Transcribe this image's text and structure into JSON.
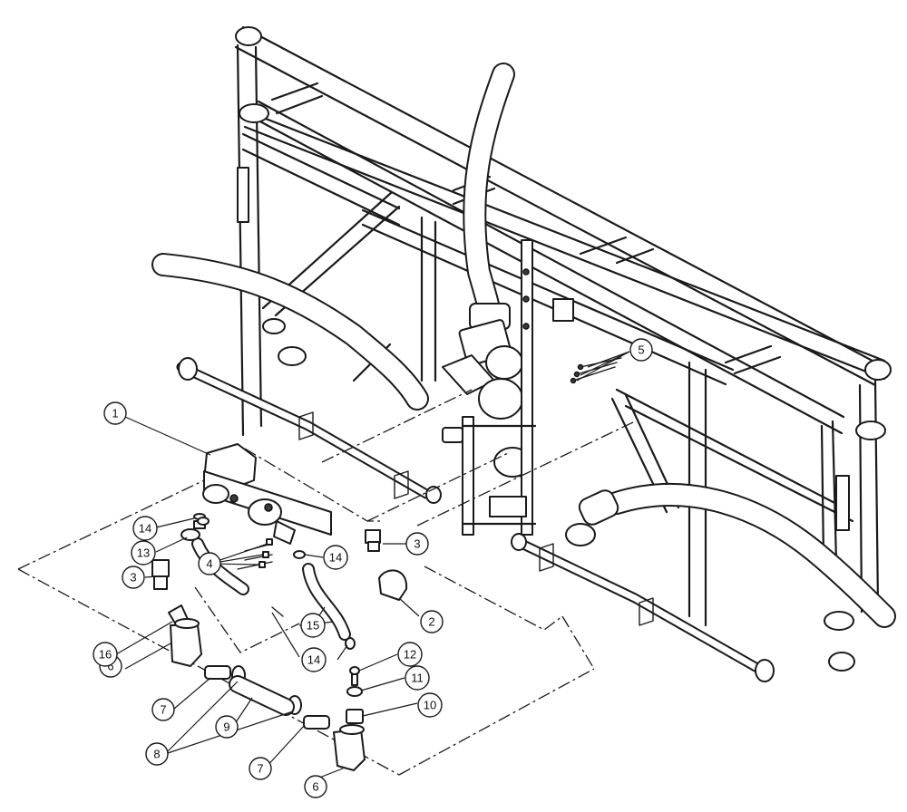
{
  "callouts": [
    {
      "id": "c1",
      "label": "1"
    },
    {
      "id": "c2",
      "label": "2"
    },
    {
      "id": "c3a",
      "label": "3"
    },
    {
      "id": "c3b",
      "label": "3"
    },
    {
      "id": "c4",
      "label": "4"
    },
    {
      "id": "c5",
      "label": "5"
    },
    {
      "id": "c6a",
      "label": "6"
    },
    {
      "id": "c6b",
      "label": "6"
    },
    {
      "id": "c7a",
      "label": "7"
    },
    {
      "id": "c7b",
      "label": "7"
    },
    {
      "id": "c8",
      "label": "8"
    },
    {
      "id": "c9",
      "label": "9"
    },
    {
      "id": "c10",
      "label": "10"
    },
    {
      "id": "c11",
      "label": "11"
    },
    {
      "id": "c12",
      "label": "12"
    },
    {
      "id": "c13",
      "label": "13"
    },
    {
      "id": "c14a",
      "label": "14"
    },
    {
      "id": "c14b",
      "label": "14"
    },
    {
      "id": "c14c",
      "label": "14"
    },
    {
      "id": "c15",
      "label": "15"
    },
    {
      "id": "c16",
      "label": "16"
    }
  ]
}
